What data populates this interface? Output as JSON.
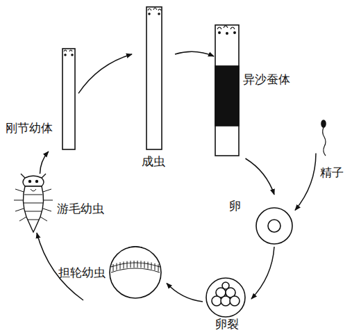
{
  "diagram": {
    "nodes": [
      {
        "text": [
          "刚节幼体"
        ]
      },
      {
        "text": [
          "成虫"
        ]
      },
      {
        "text": [
          "异沙蚕体"
        ]
      },
      {
        "text": [
          "精子"
        ]
      },
      {
        "text": [
          "卵"
        ]
      },
      {
        "text": [
          "卵裂"
        ]
      },
      {
        "text": [
          "担轮幼虫"
        ]
      },
      {
        "text": [
          "游毛幼虫"
        ]
      }
    ],
    "edges": [
      {
        "from": 0,
        "to": 1,
        "arrow": "to"
      },
      {
        "from": 1,
        "to": 2,
        "arrow": "to"
      },
      {
        "from": 2,
        "to": 4,
        "arrow": "to"
      },
      {
        "from": 3,
        "to": 4,
        "arrow": "to"
      },
      {
        "from": 4,
        "to": 5,
        "arrow": "to"
      },
      {
        "from": 5,
        "to": 6,
        "arrow": "to"
      },
      {
        "from": 6,
        "to": 7,
        "arrow": "to"
      },
      {
        "from": 7,
        "to": 0,
        "arrow": "to"
      }
    ]
  }
}
